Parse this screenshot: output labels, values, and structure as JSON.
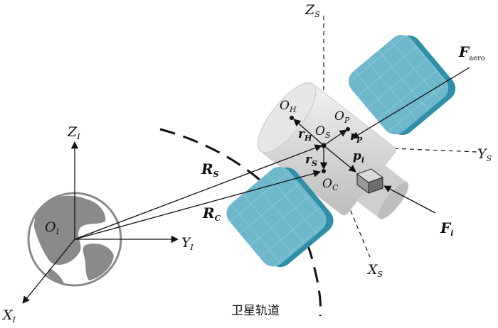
{
  "labels": {
    "earth_origin": {
      "main": "O",
      "sub": "I"
    },
    "axis_xi": {
      "main": "X",
      "sub": "I"
    },
    "axis_yi": {
      "main": "Y",
      "sub": "I"
    },
    "axis_zi": {
      "main": "Z",
      "sub": "I"
    },
    "vec_rs": {
      "main": "R",
      "sub": "S"
    },
    "vec_rc": {
      "main": "R",
      "sub": "C"
    },
    "sat_origin": {
      "main": "O",
      "sub": "S"
    },
    "point_oh": {
      "main": "O",
      "sub": "H"
    },
    "point_op": {
      "main": "O",
      "sub": "P"
    },
    "point_oc": {
      "main": "O",
      "sub": "C"
    },
    "vec_rh": {
      "main": "r",
      "sub": "H"
    },
    "vec_rp": {
      "main": "r",
      "sub": "P"
    },
    "vec_rs_small": {
      "main": "r",
      "sub": "S"
    },
    "vec_pi": {
      "main": "p",
      "sub": "i"
    },
    "axis_zs": {
      "main": "Z",
      "sub": "S"
    },
    "axis_ys": {
      "main": "Y",
      "sub": "S"
    },
    "axis_xs": {
      "main": "X",
      "sub": "S"
    },
    "force_aero": {
      "main": "F",
      "sub": "aero"
    },
    "force_i": {
      "main": "F",
      "sub": "i"
    }
  },
  "orbit_caption": "卫星轨道",
  "colors": {
    "panel": "#6fb8cc",
    "panel_edge": "#2f8fa8",
    "body": "#dcdcdc",
    "body_dark": "#bdbdbd",
    "earth": "#8a8a8a"
  }
}
